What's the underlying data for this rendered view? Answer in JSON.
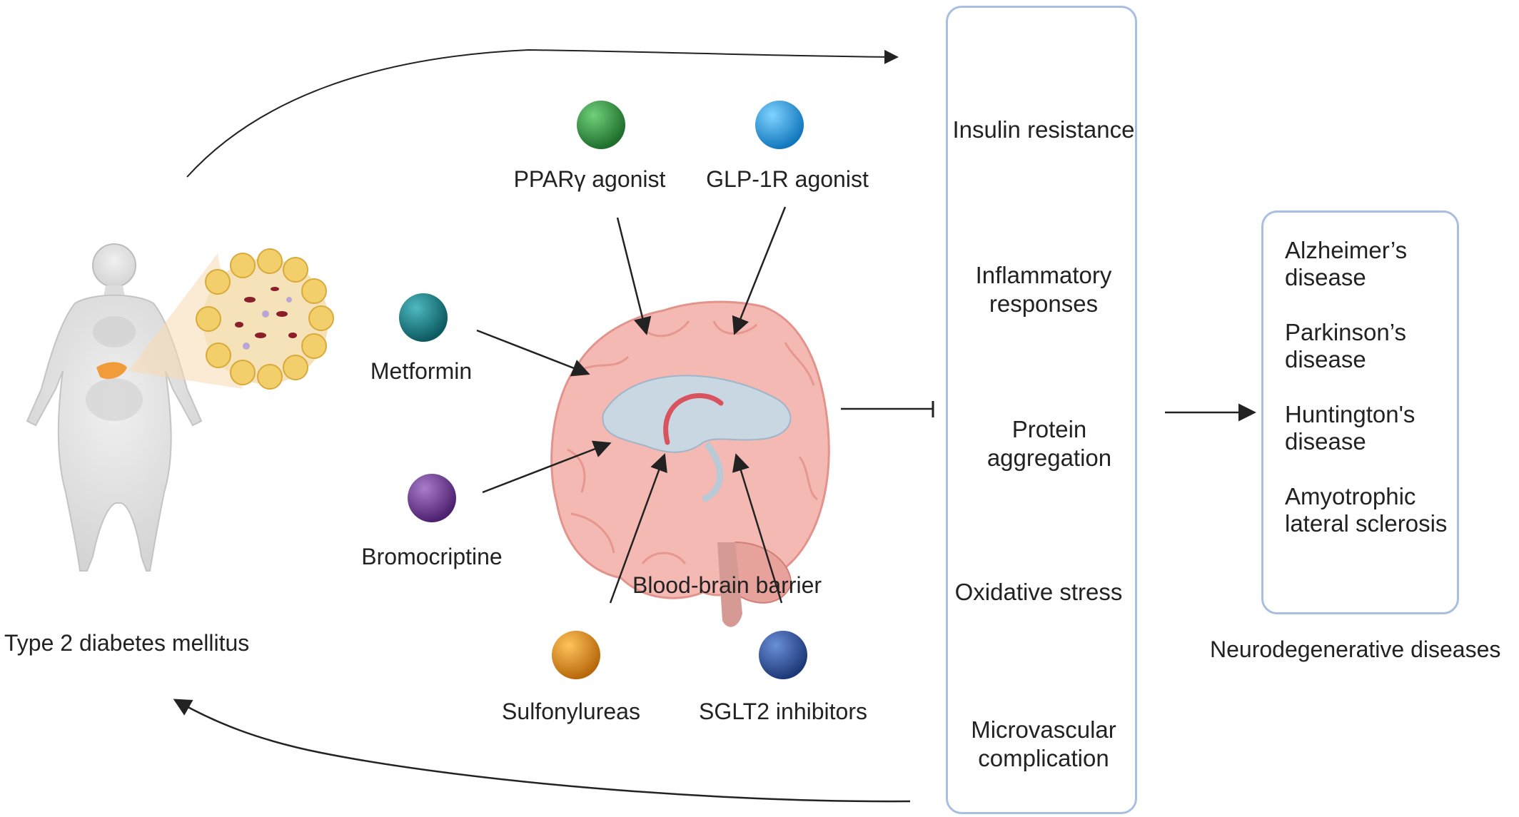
{
  "left_label": "Type 2 diabetes mellitus",
  "right_label": "Neurodegenerative diseases",
  "brain_label": "Blood-brain barrier",
  "drugs": [
    {
      "label": "PPARγ agonist",
      "color": "#2e8b3e"
    },
    {
      "label": "GLP-1R agonist",
      "color": "#1e9ee0"
    },
    {
      "label": "Metformin",
      "color": "#137a82"
    },
    {
      "label": "Bromocriptine",
      "color": "#6a3590"
    },
    {
      "label": "Sulfonylureas",
      "color": "#e08a0c"
    },
    {
      "label": "SGLT2 inhibitors",
      "color": "#2a4f9c"
    }
  ],
  "mechanisms": [
    {
      "label": "Insulin resistance",
      "icon": "pancreas-icon"
    },
    {
      "label": "Inflammatory responses",
      "icon": "inflammation-icon"
    },
    {
      "label": "Protein aggregation",
      "icon": "protein-aggregate-icon"
    },
    {
      "label": "Oxidative stress",
      "icon": "oxidative-cell-icon"
    },
    {
      "label": "Microvascular complication",
      "icon": "microvascular-icon"
    }
  ],
  "diseases": [
    "Alzheimer’s disease",
    "Parkinson’s disease",
    "Huntington's disease",
    "Amyotrophic lateral sclerosis"
  ],
  "colors": {
    "box_border": "#a9bfe2",
    "arrow": "#222222",
    "brain": "#f1b3ad",
    "fat_tissue": "#f2cf6a"
  }
}
